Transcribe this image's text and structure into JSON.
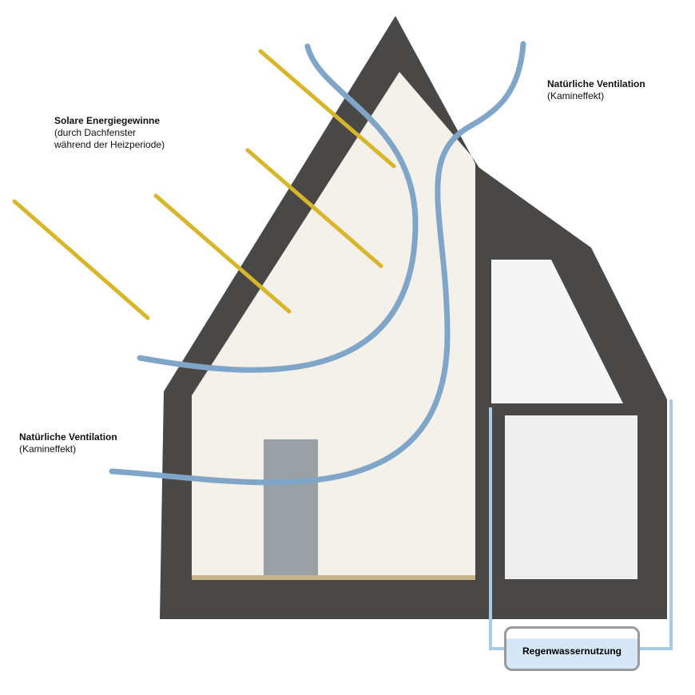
{
  "labels": {
    "solar_title": "Solare Energiegewinne",
    "solar_sub1": "(durch Dachfenster",
    "solar_sub2": "während der Heizperiode)",
    "vent_top_title": "Natürliche Ventilation",
    "vent_top_sub": "(Kamineffekt)",
    "vent_left_title": "Natürliche Ventilation",
    "vent_left_sub": "(Kamineffekt)",
    "rainwater": "Regenwassernutzung"
  },
  "colors": {
    "wall": "#4a4747",
    "air": "#7fa6c8",
    "sun": "#d9b52a",
    "interior": "#f3f1ea",
    "water": "#d6e8f8"
  }
}
